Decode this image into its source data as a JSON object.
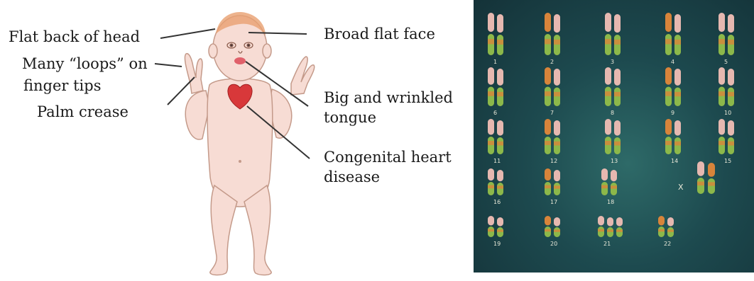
{
  "labels": {
    "flat_back_of_head": "Flat back of head",
    "many_loops_line1": "Many “loops” on",
    "many_loops_line2": "finger tips",
    "palm_crease": "Palm crease",
    "broad_flat_face": "Broad flat face",
    "tongue_line1": "Big and wrinkled",
    "tongue_line2": "tongue",
    "heart_line1": "Congenital heart",
    "heart_line2": "disease"
  },
  "karyotype": {
    "rows": [
      {
        "numbers": [
          "1",
          "2",
          "3",
          "4",
          "5"
        ]
      },
      {
        "numbers": [
          "6",
          "7",
          "8",
          "9",
          "10"
        ]
      },
      {
        "numbers": [
          "11",
          "12",
          "13",
          "14",
          "15"
        ]
      },
      {
        "numbers": [
          "16",
          "17",
          "18"
        ]
      },
      {
        "numbers": [
          "19",
          "20",
          "21",
          "22"
        ]
      }
    ],
    "sex_chromosome_label": "X",
    "colors": {
      "background": "#1d4a4f",
      "chromosome_green": "#8cb84a",
      "chromosome_orange": "#d8843a",
      "chromosome_pink": "#e6b8b0"
    }
  },
  "figure_colors": {
    "skin": "#f7dcd4",
    "outline": "#c49a8a",
    "heart": "#d8383a",
    "hair": "#e8a070"
  }
}
